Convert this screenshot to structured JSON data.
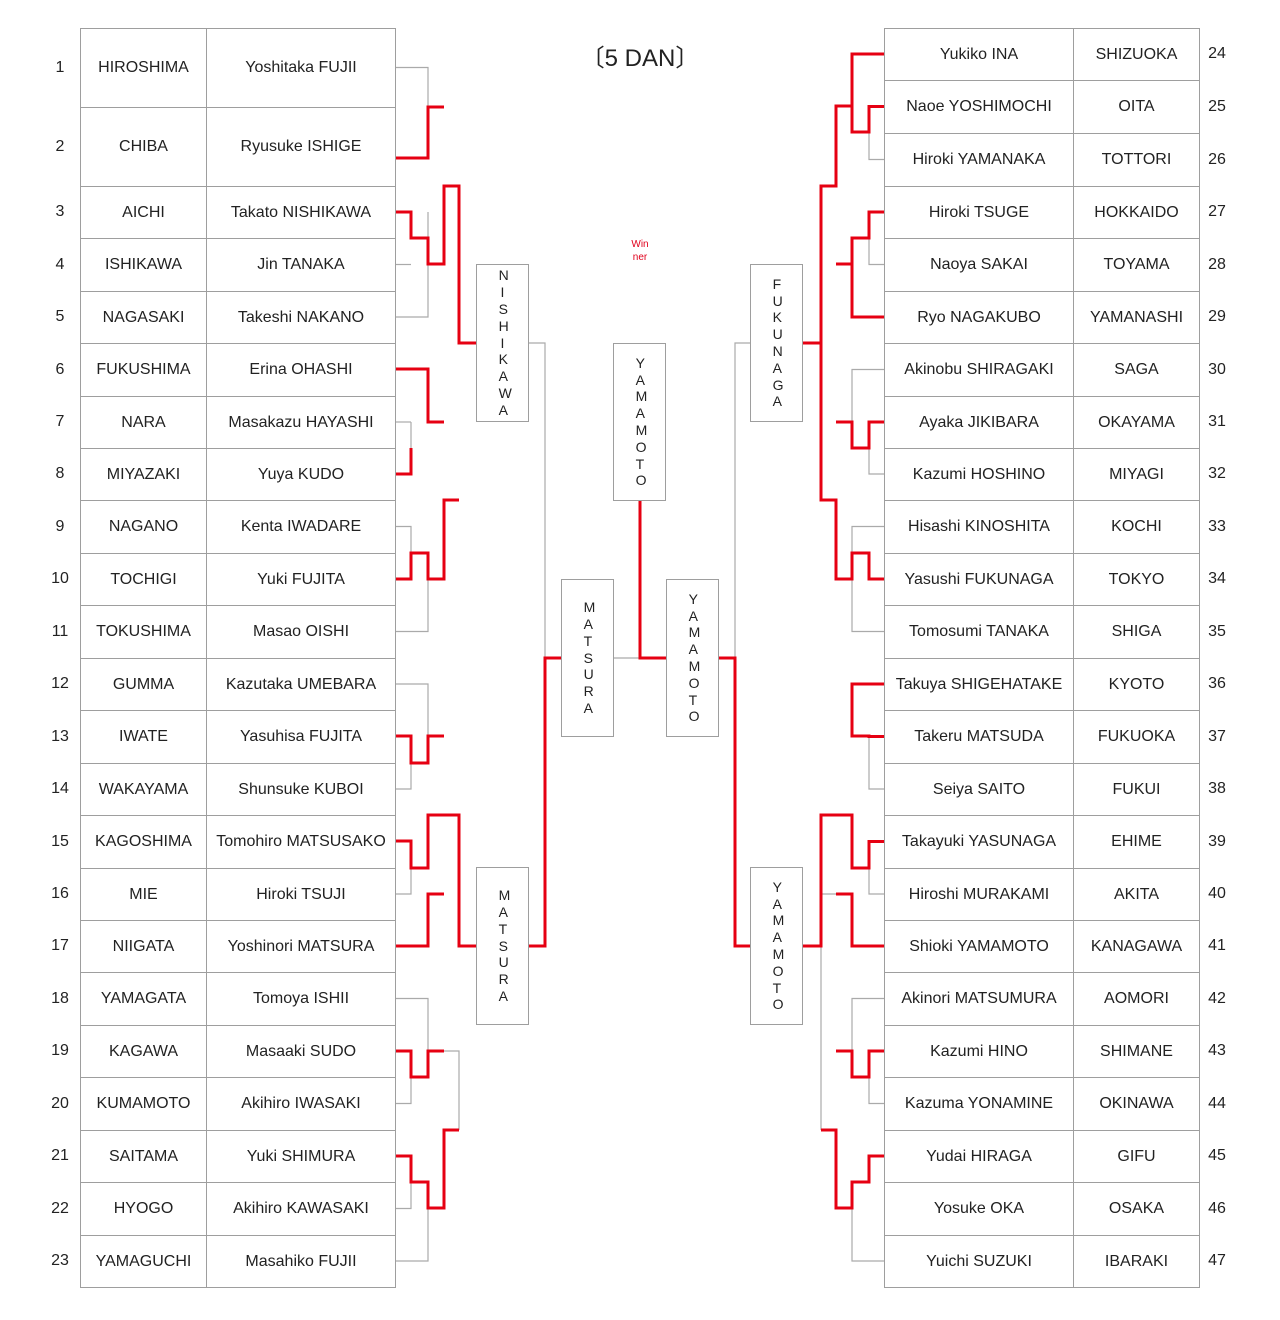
{
  "title": "〔5 DAN〕",
  "winner_label": "Winner",
  "champion": "YAMAMOTO",
  "colors": {
    "win_line": "#e60012",
    "line": "#aaaaaa",
    "border": "#9e9e9e",
    "winner_text": "#e0001b"
  },
  "left_entries": [
    {
      "no": "1",
      "pref": "HIROSHIMA",
      "name": "Yoshitaka FUJII"
    },
    {
      "no": "2",
      "pref": "CHIBA",
      "name": "Ryusuke ISHIGE"
    },
    {
      "no": "3",
      "pref": "AICHI",
      "name": "Takato NISHIKAWA"
    },
    {
      "no": "4",
      "pref": "ISHIKAWA",
      "name": "Jin TANAKA"
    },
    {
      "no": "5",
      "pref": "NAGASAKI",
      "name": "Takeshi NAKANO"
    },
    {
      "no": "6",
      "pref": "FUKUSHIMA",
      "name": "Erina OHASHI"
    },
    {
      "no": "7",
      "pref": "NARA",
      "name": "Masakazu HAYASHI"
    },
    {
      "no": "8",
      "pref": "MIYAZAKI",
      "name": "Yuya KUDO"
    },
    {
      "no": "9",
      "pref": "NAGANO",
      "name": "Kenta IWADARE"
    },
    {
      "no": "10",
      "pref": "TOCHIGI",
      "name": "Yuki FUJITA"
    },
    {
      "no": "11",
      "pref": "TOKUSHIMA",
      "name": "Masao OISHI"
    },
    {
      "no": "12",
      "pref": "GUMMA",
      "name": "Kazutaka UMEBARA"
    },
    {
      "no": "13",
      "pref": "IWATE",
      "name": "Yasuhisa FUJITA"
    },
    {
      "no": "14",
      "pref": "WAKAYAMA",
      "name": "Shunsuke KUBOI"
    },
    {
      "no": "15",
      "pref": "KAGOSHIMA",
      "name": "Tomohiro MATSUSAKO"
    },
    {
      "no": "16",
      "pref": "MIE",
      "name": "Hiroki TSUJI"
    },
    {
      "no": "17",
      "pref": "NIIGATA",
      "name": "Yoshinori MATSURA"
    },
    {
      "no": "18",
      "pref": "YAMAGATA",
      "name": "Tomoya ISHII"
    },
    {
      "no": "19",
      "pref": "KAGAWA",
      "name": "Masaaki SUDO"
    },
    {
      "no": "20",
      "pref": "KUMAMOTO",
      "name": "Akihiro IWASAKI"
    },
    {
      "no": "21",
      "pref": "SAITAMA",
      "name": "Yuki SHIMURA"
    },
    {
      "no": "22",
      "pref": "HYOGO",
      "name": "Akihiro KAWASAKI"
    },
    {
      "no": "23",
      "pref": "YAMAGUCHI",
      "name": "Masahiko FUJII"
    }
  ],
  "right_entries": [
    {
      "no": "24",
      "pref": "SHIZUOKA",
      "name": "Yukiko INA"
    },
    {
      "no": "25",
      "pref": "OITA",
      "name": "Naoe YOSHIMOCHI"
    },
    {
      "no": "26",
      "pref": "TOTTORI",
      "name": "Hiroki YAMANAKA"
    },
    {
      "no": "27",
      "pref": "HOKKAIDO",
      "name": "Hiroki TSUGE"
    },
    {
      "no": "28",
      "pref": "TOYAMA",
      "name": "Naoya SAKAI"
    },
    {
      "no": "29",
      "pref": "YAMANASHI",
      "name": "Ryo NAGAKUBO"
    },
    {
      "no": "30",
      "pref": "SAGA",
      "name": "Akinobu SHIRAGAKI"
    },
    {
      "no": "31",
      "pref": "OKAYAMA",
      "name": "Ayaka JIKIBARA"
    },
    {
      "no": "32",
      "pref": "MIYAGI",
      "name": "Kazumi HOSHINO"
    },
    {
      "no": "33",
      "pref": "KOCHI",
      "name": "Hisashi KINOSHITA"
    },
    {
      "no": "34",
      "pref": "TOKYO",
      "name": "Yasushi FUKUNAGA"
    },
    {
      "no": "35",
      "pref": "SHIGA",
      "name": "Tomosumi TANAKA"
    },
    {
      "no": "36",
      "pref": "KYOTO",
      "name": "Takuya SHIGEHATAKE"
    },
    {
      "no": "37",
      "pref": "FUKUOKA",
      "name": "Takeru MATSUDA"
    },
    {
      "no": "38",
      "pref": "FUKUI",
      "name": "Seiya SAITO"
    },
    {
      "no": "39",
      "pref": "EHIME",
      "name": "Takayuki YASUNAGA"
    },
    {
      "no": "40",
      "pref": "AKITA",
      "name": "Hiroshi MURAKAMI"
    },
    {
      "no": "41",
      "pref": "KANAGAWA",
      "name": "Shioki YAMAMOTO"
    },
    {
      "no": "42",
      "pref": "AOMORI",
      "name": "Akinori MATSUMURA"
    },
    {
      "no": "43",
      "pref": "SHIMANE",
      "name": "Kazumi HINO"
    },
    {
      "no": "44",
      "pref": "OKINAWA",
      "name": "Kazuma YONAMINE"
    },
    {
      "no": "45",
      "pref": "GIFU",
      "name": "Yudai HIRAGA"
    },
    {
      "no": "46",
      "pref": "OSAKA",
      "name": "Yosuke OKA"
    },
    {
      "no": "47",
      "pref": "IBARAKI",
      "name": "Yuichi SUZUKI"
    }
  ],
  "round_boxes": {
    "left_upper": "NISHIKAWA",
    "left_lower": "MATSURA",
    "left_semi": "MATSURA",
    "right_semi": "YAMAMOTO",
    "right_upper": "FUKUNAGA",
    "right_lower": "YAMAMOTO"
  }
}
